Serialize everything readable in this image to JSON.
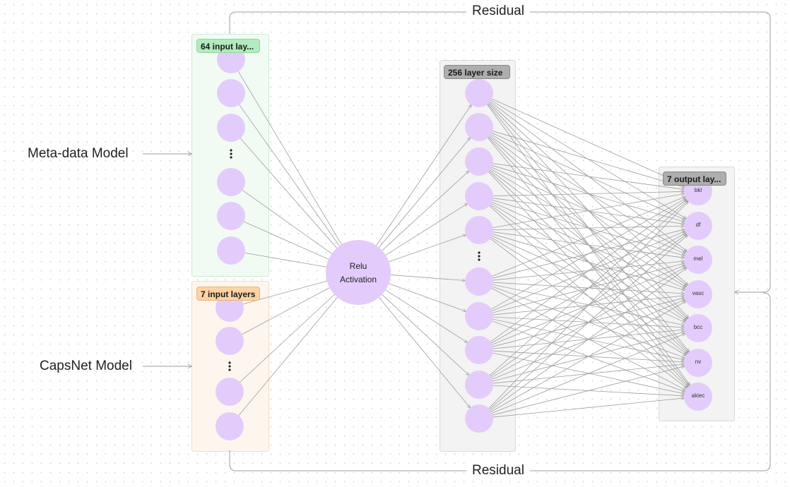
{
  "labels": {
    "metadata_model": "Meta-data Model",
    "capsnet_model": "CapsNet Model",
    "residual_top": "Residual",
    "residual_bottom": "Residual"
  },
  "layers": {
    "meta_input": {
      "badge": "64 input lay..."
    },
    "caps_input": {
      "badge": "7 input layers"
    },
    "hidden": {
      "badge": "256 layer size"
    },
    "output": {
      "badge": "7 output lay...",
      "nodes": [
        "bkl",
        "df",
        "mel",
        "vasc",
        "bcc",
        "nv",
        "akiec"
      ]
    }
  },
  "activation": {
    "line1": "Relu",
    "line2": "Activation"
  },
  "colors": {
    "node_fill": "#e3ccfb",
    "edge": "#9d9d9d",
    "meta_panel": "#f1fbf3",
    "caps_panel": "#fdf6ee",
    "gray_panel": "#f3f3f3"
  }
}
